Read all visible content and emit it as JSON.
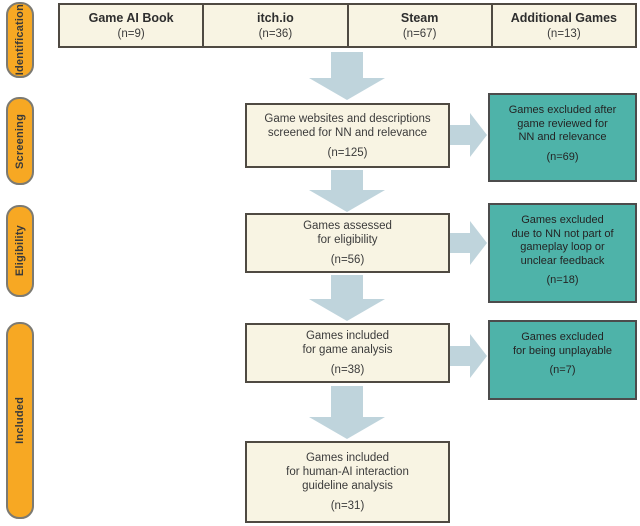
{
  "diagram": {
    "stages": [
      {
        "label": "Identification"
      },
      {
        "label": "Screening"
      },
      {
        "label": "Eligibility"
      },
      {
        "label": "Included"
      }
    ],
    "sources": [
      {
        "title": "Game AI Book",
        "count": "(n=9)"
      },
      {
        "title": "itch.io",
        "count": "(n=36)"
      },
      {
        "title": "Steam",
        "count": "(n=67)"
      },
      {
        "title": "Additional Games",
        "count": "(n=13)"
      }
    ],
    "main_flow": [
      {
        "lines": [
          "Game websites and descriptions",
          "screened for NN and relevance"
        ],
        "count": "(n=125)"
      },
      {
        "lines": [
          "Games assessed",
          "for eligibility"
        ],
        "count": "(n=56)"
      },
      {
        "lines": [
          "Games included",
          "for game analysis"
        ],
        "count": "(n=38)"
      },
      {
        "lines": [
          "Games included",
          "for human-AI interaction",
          "guideline analysis"
        ],
        "count": "(n=31)"
      }
    ],
    "excluded": [
      {
        "lines": [
          "Games excluded after",
          "game reviewed for",
          "NN and relevance"
        ],
        "count": "(n=69)"
      },
      {
        "lines": [
          "Games excluded",
          "due to NN not part of",
          "gameplay loop or",
          "unclear feedback"
        ],
        "count": "(n=18)"
      },
      {
        "lines": [
          "Games excluded",
          "for being unplayable"
        ],
        "count": "(n=7)"
      }
    ],
    "colors": {
      "source_box_bg": "#f8f4e3",
      "box_border": "#4f4a42",
      "excluded_box_bg": "#4eb3a9",
      "stage_pill_bg": "#f7a823",
      "stage_pill_border": "#7c7a72",
      "arrow": "#bfd4dc"
    }
  }
}
